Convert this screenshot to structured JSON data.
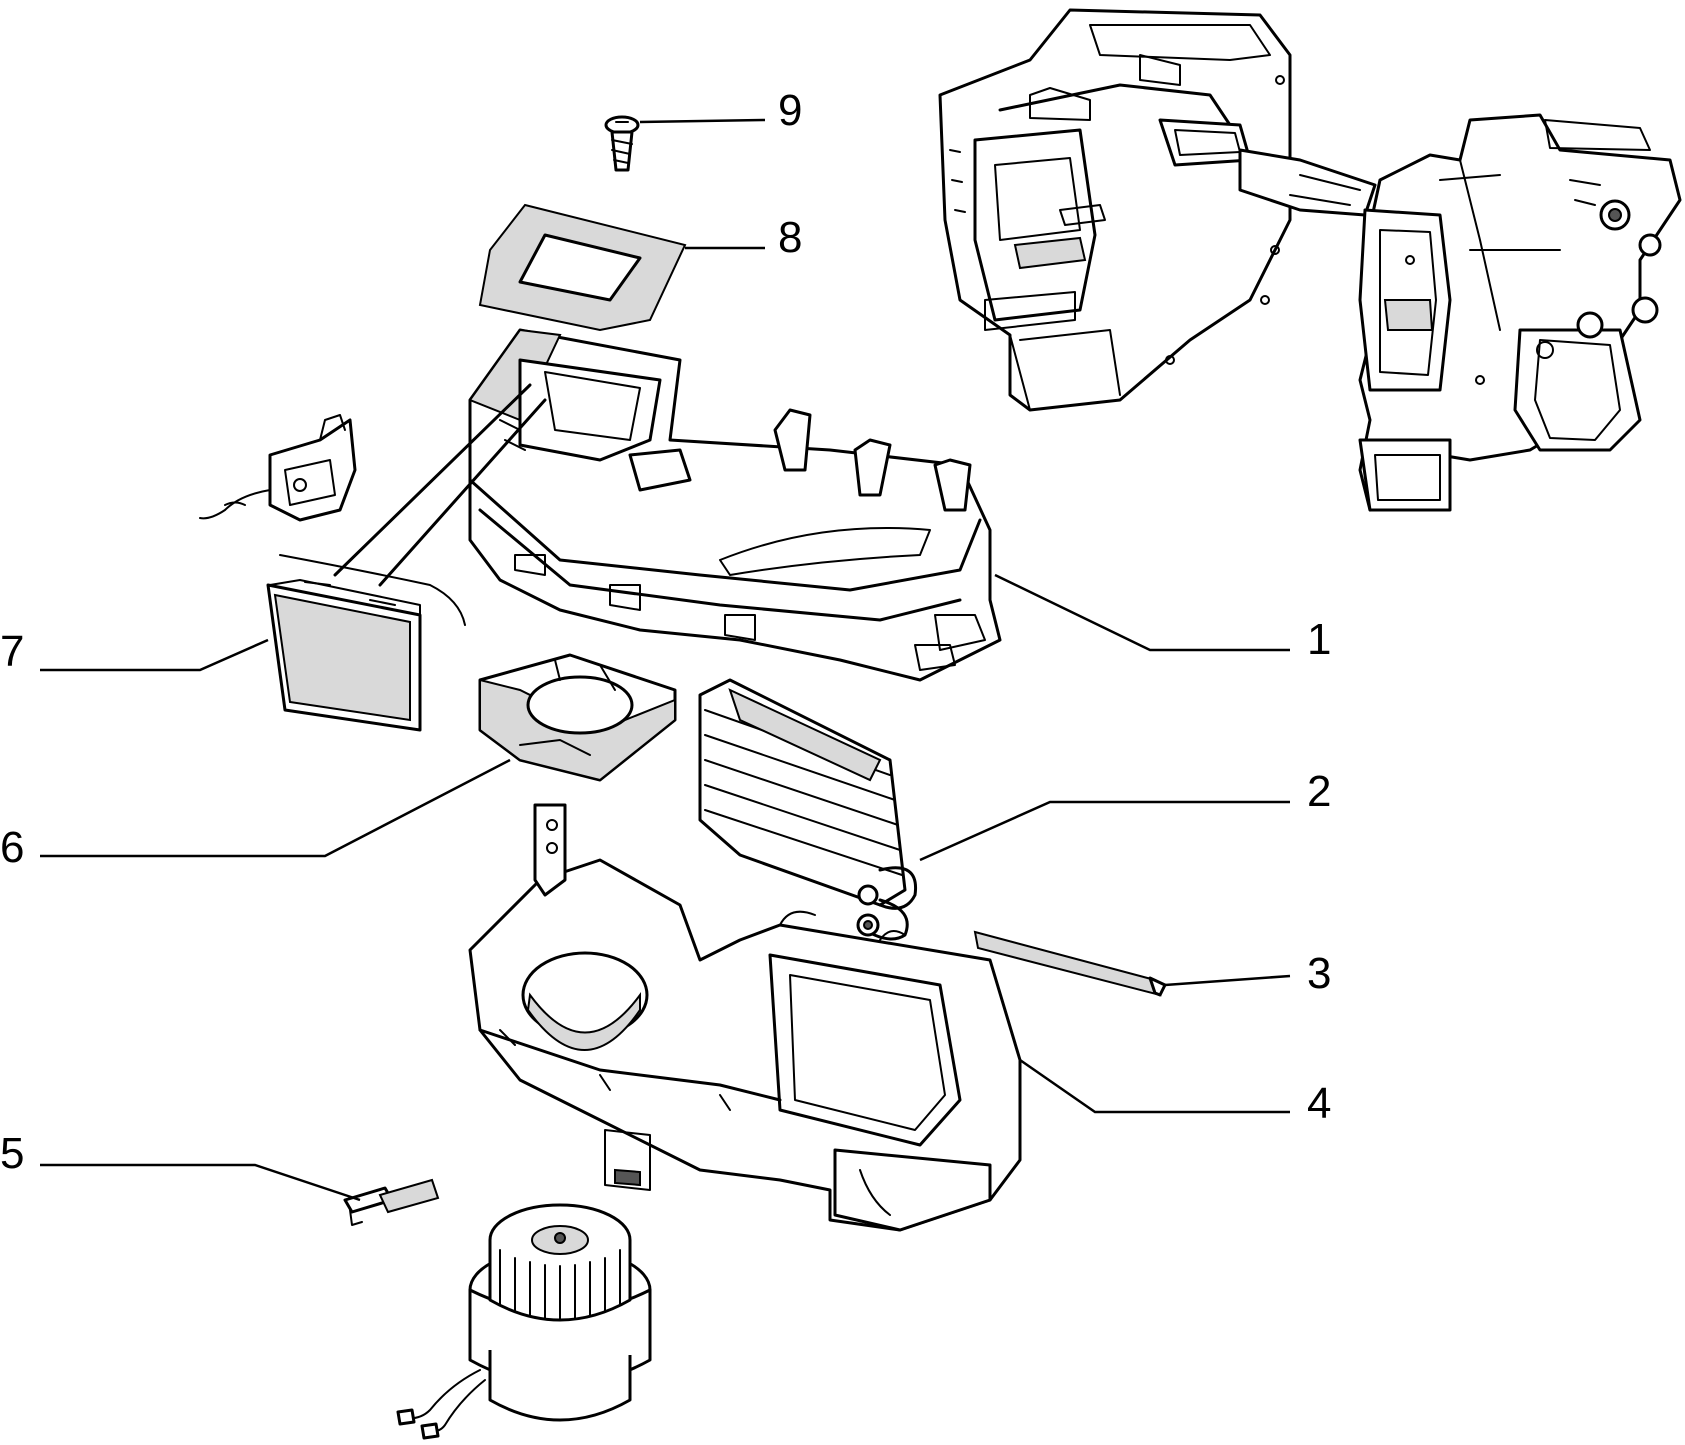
{
  "callouts": [
    {
      "id": "1",
      "label": "1"
    },
    {
      "id": "2",
      "label": "2"
    },
    {
      "id": "3",
      "label": "3"
    },
    {
      "id": "4",
      "label": "4"
    },
    {
      "id": "5",
      "label": "5"
    },
    {
      "id": "6",
      "label": "6"
    },
    {
      "id": "7",
      "label": "7"
    },
    {
      "id": "8",
      "label": "8"
    },
    {
      "id": "9",
      "label": "9"
    }
  ],
  "colors": {
    "ink": "#000000",
    "paper": "#ffffff",
    "shade": "#d9d9d9"
  }
}
